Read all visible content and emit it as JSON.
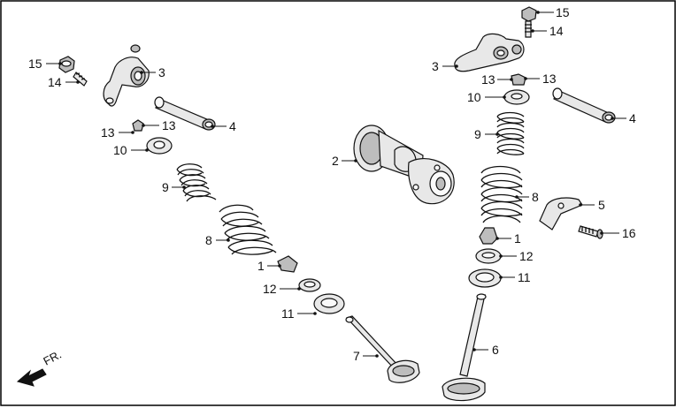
{
  "callouts": {
    "l15": "15",
    "l14": "14",
    "l3": "3",
    "l4": "4",
    "l13a": "13",
    "l13b": "13",
    "l10": "10",
    "l9": "9",
    "l8": "8",
    "l1": "1",
    "l12": "12",
    "l11": "11",
    "l7": "7",
    "l2": "2",
    "r15": "15",
    "r14": "14",
    "r3": "3",
    "r13a": "13",
    "r13b": "13",
    "r10": "10",
    "r4": "4",
    "r9": "9",
    "r8": "8",
    "r5": "5",
    "r16": "16",
    "r1": "1",
    "r12": "12",
    "r11": "11",
    "r6": "6"
  },
  "direction_label": "FR.",
  "colors": {
    "line": "#111111",
    "part_fill": "#e8e8e8",
    "part_shade": "#bdbdbd",
    "background": "#ffffff"
  }
}
